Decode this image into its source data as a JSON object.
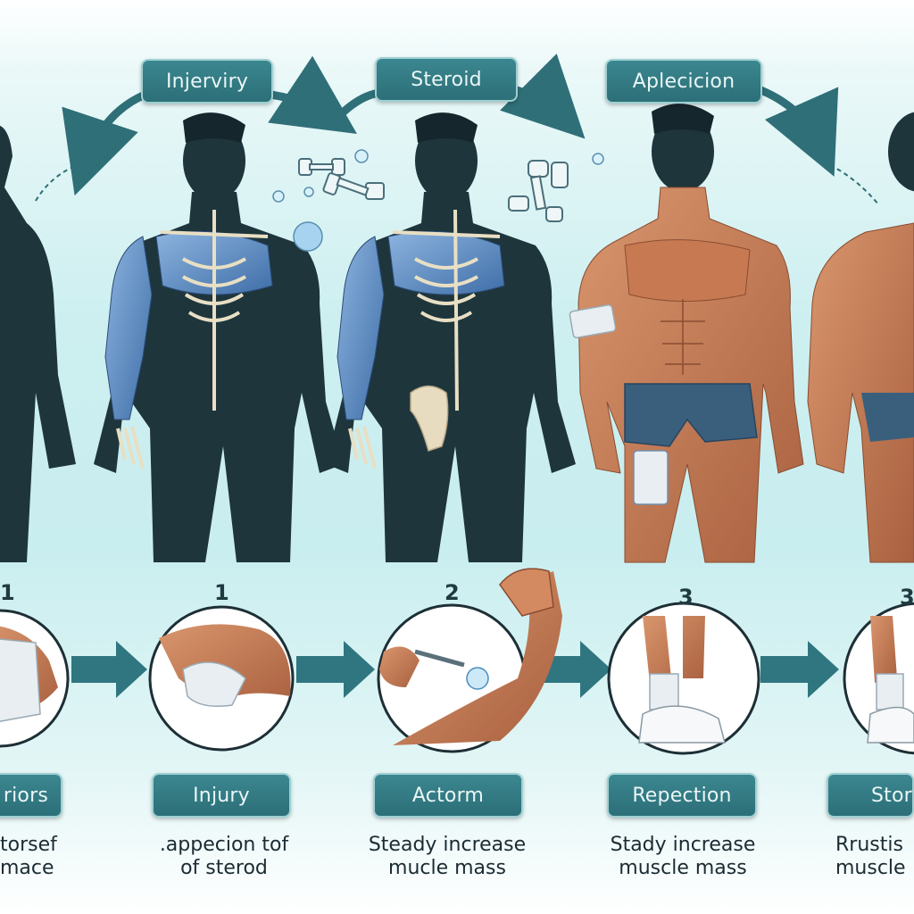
{
  "top_labels": [
    {
      "text": "Injerviry"
    },
    {
      "text": "Steroid"
    },
    {
      "text": "Aplecicion"
    }
  ],
  "step_numbers": [
    "1",
    "1",
    "2",
    "3",
    "3"
  ],
  "bottom_labels": [
    {
      "text": "riors"
    },
    {
      "text": "Injury"
    },
    {
      "text": "Actorm"
    },
    {
      "text": "Repection"
    },
    {
      "text": "Stor"
    }
  ],
  "captions": [
    {
      "line1": "torsef",
      "line2": "mace"
    },
    {
      "line1": ".appecion tof",
      "line2": "of sterod"
    },
    {
      "line1": "Steady increase",
      "line2": "mucle mass"
    },
    {
      "line1": "Stady increase",
      "line2": "muscle mass"
    },
    {
      "line1": "Rrustis",
      "line2": "muscle"
    }
  ],
  "colors": {
    "accent": "#2f7680",
    "muscle_blue": "#6f98c9",
    "skin": "#c7825c",
    "silhouette": "#1e353c",
    "bandage": "#e9eef2"
  }
}
